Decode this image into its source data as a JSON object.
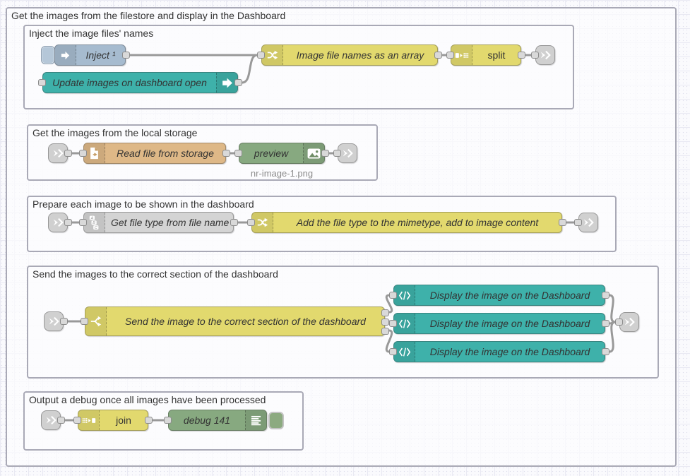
{
  "groups": {
    "outer": {
      "title": "Get the images from the filestore and display in the Dashboard"
    },
    "inject": {
      "title": "Inject the image files' names"
    },
    "storage": {
      "title": "Get the images from the local storage"
    },
    "prepare": {
      "title": "Prepare each image to be shown in the dashboard"
    },
    "send": {
      "title": "Send the images to the correct section of the dashboard"
    },
    "debug": {
      "title": "Output a debug once all images have been processed"
    }
  },
  "nodes": {
    "inject": {
      "label": "Inject ¹"
    },
    "update_images": {
      "label": "Update images on dashboard open"
    },
    "image_file_names": {
      "label": "Image file names as an array"
    },
    "split": {
      "label": "split"
    },
    "read_file": {
      "label": "Read file from storage"
    },
    "preview": {
      "label": "preview",
      "status": "nr-image-1.png"
    },
    "get_file_type": {
      "label": "Get file type from file name"
    },
    "add_file_type": {
      "label": "Add the file type to the mimetype, add to image content"
    },
    "send_image": {
      "label": "Send the image to the correct section of the dashboard"
    },
    "display_1": {
      "label": "Display the image on the Dashboard"
    },
    "display_2": {
      "label": "Display the image on the Dashboard"
    },
    "display_3": {
      "label": "Display the image on the Dashboard"
    },
    "join": {
      "label": "join"
    },
    "debug": {
      "label": "debug 141"
    }
  },
  "colors": {
    "node_inject": "#a6bbcf",
    "node_dashboard_teal": "#3eb1aa",
    "node_function_yellow": "#e2d96e",
    "node_file_tan": "#deb887",
    "node_debug_green": "#87a980",
    "node_change_gray": "#d4d4d4",
    "link_node_gray": "#d0d0d0",
    "wire": "#999999",
    "group_border": "#a9a9b6",
    "canvas_grid": "#e9e9f3"
  }
}
